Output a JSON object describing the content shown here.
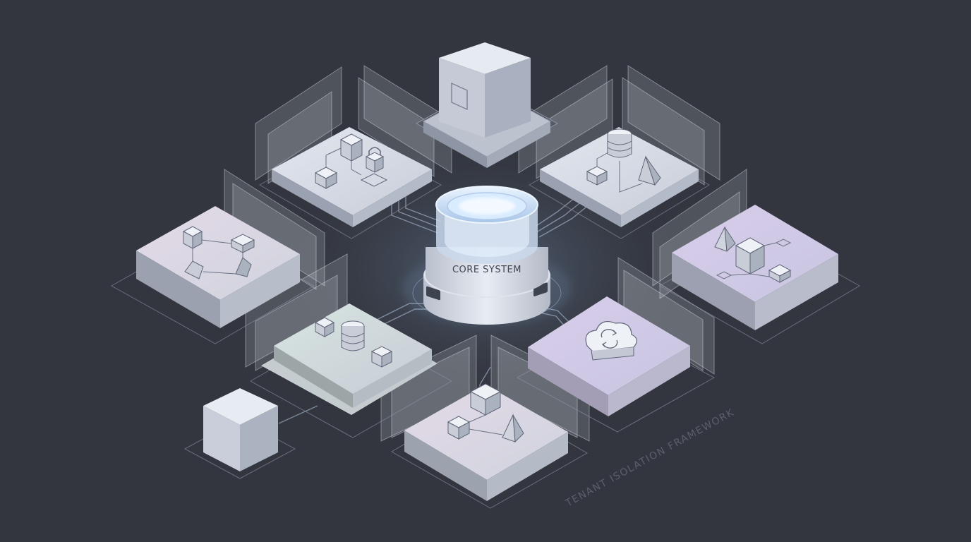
{
  "diagram": {
    "core_label": "CORE SYSTEM",
    "framework_label": "TENANT ISOLATION FRAMEWORK"
  },
  "colors": {
    "background": "#33363f",
    "tile_top": "#d3d9e3",
    "tile_side": "#a9b0be",
    "glow": "#cfe6ff",
    "accent_purple": "#c9b6e6",
    "accent_green": "#c9dcd3"
  },
  "tiles": [
    {
      "id": "tenant-security",
      "icons": [
        "cube-icon",
        "cube-icon",
        "lock-icon"
      ]
    },
    {
      "id": "tenant-database",
      "icons": [
        "database-icon",
        "cube-icon",
        "prism-icon"
      ]
    },
    {
      "id": "tenant-network",
      "icons": [
        "cube-icon",
        "cube-icon",
        "prism-icon",
        "prism-icon"
      ]
    },
    {
      "id": "tenant-compute",
      "icons": [
        "cube-icon",
        "pyramid-icon",
        "cube-icon"
      ]
    },
    {
      "id": "tenant-storage",
      "icons": [
        "cube-icon",
        "database-icon",
        "cube-icon"
      ]
    },
    {
      "id": "tenant-cloud-sync",
      "icons": [
        "cloud-sync-icon"
      ]
    },
    {
      "id": "tenant-analytics",
      "icons": [
        "cube-icon",
        "cube-icon",
        "pyramid-icon"
      ]
    }
  ]
}
